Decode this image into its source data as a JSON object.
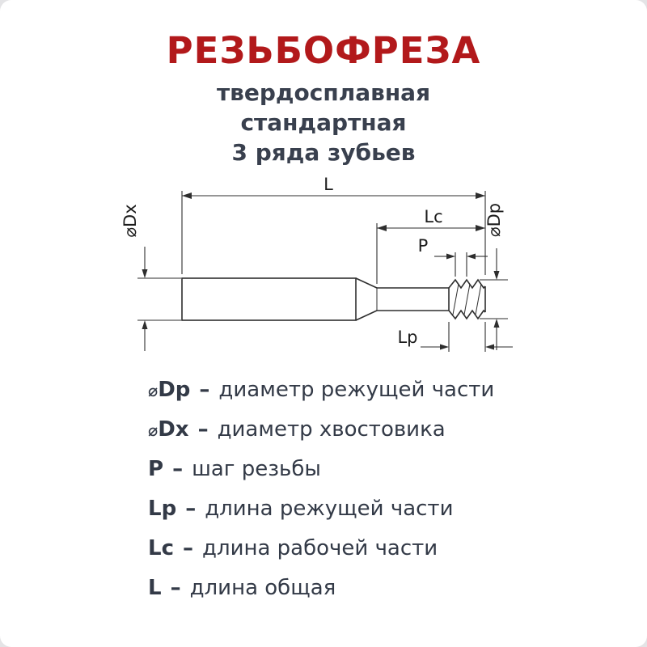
{
  "header": {
    "title": "РЕЗЬБОФРЕЗА",
    "subtitle_lines": [
      "твердосплавная",
      "стандартная",
      "3 ряда зубьев"
    ]
  },
  "diagram": {
    "labels": {
      "overall_length": "L",
      "working_length": "Lc",
      "pitch": "P",
      "cutting_length": "Lp",
      "shank_diameter": "⌀Dx",
      "cutting_diameter": "⌀Dp"
    }
  },
  "legend": {
    "items": [
      {
        "prefix": "⌀",
        "symbol": "Dp",
        "separator": "–",
        "description": "диаметр режущей части"
      },
      {
        "prefix": "⌀",
        "symbol": "Dx",
        "separator": "–",
        "description": "диаметр хвостовика"
      },
      {
        "prefix": "",
        "symbol": "P",
        "separator": "–",
        "description": "шаг резьбы"
      },
      {
        "prefix": "",
        "symbol": "Lp",
        "separator": "–",
        "description": "длина режущей части"
      },
      {
        "prefix": "",
        "symbol": "Lc",
        "separator": "–",
        "description": "длина рабочей части"
      },
      {
        "prefix": "",
        "symbol": "L",
        "separator": "–",
        "description": "длина общая"
      }
    ]
  },
  "colors": {
    "title": "#b2191b",
    "body_text": "#333a47",
    "line": "#2e2e2e"
  }
}
